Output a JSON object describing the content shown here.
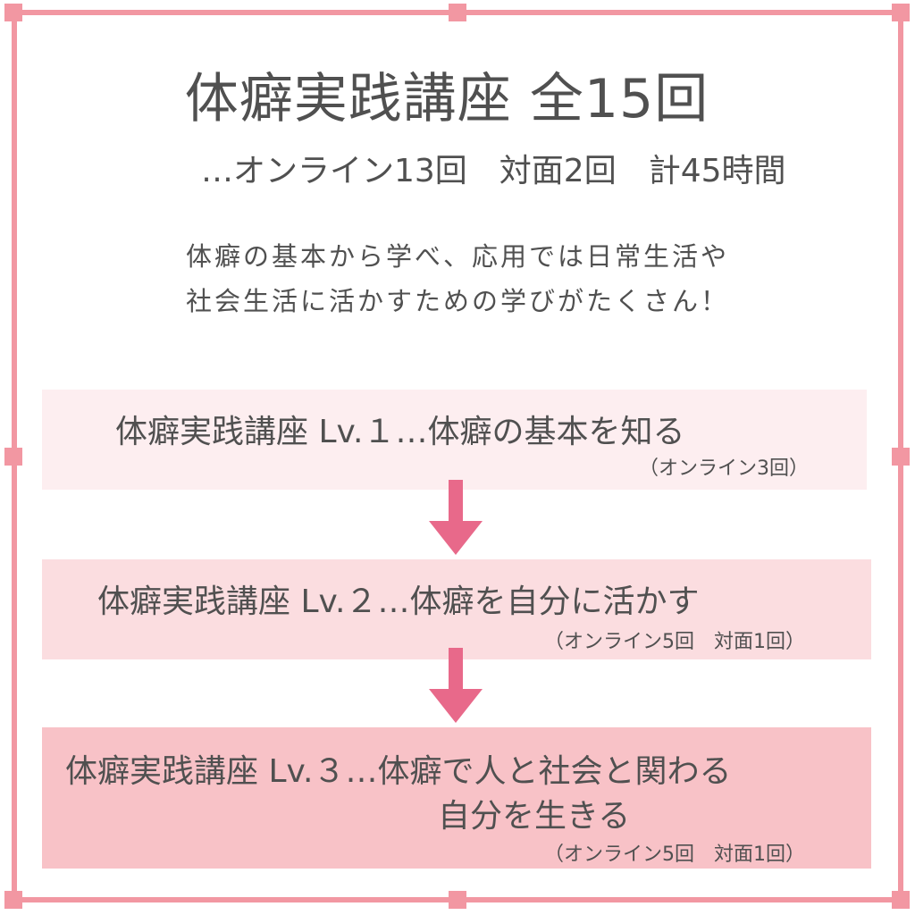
{
  "title": "体癖実践講座 全15回",
  "subtitle": "…オンライン13回　対面2回　計45時間",
  "description": [
    "体癖の基本から学べ、応用では日常生活や",
    "社会生活に活かすための学びがたくさん！"
  ],
  "levels": [
    {
      "title": "体癖実践講座 Lv.１…体癖の基本を知る",
      "title2": "",
      "sessions": "（オンライン3回）",
      "color": "#fdeef0"
    },
    {
      "title": "体癖実践講座 Lv.２…体癖を自分に活かす",
      "title2": "",
      "sessions": "（オンライン5回　対面1回）",
      "color": "#fbdde0"
    },
    {
      "title": "体癖実践講座 Lv.３…体癖で人と社会と関わる",
      "title2": "自分を生きる",
      "sessions": "（オンライン5回　対面1回）",
      "color": "#f8c2c7"
    }
  ],
  "colors": {
    "border": "#f297a2",
    "arrow": "#e8698a",
    "text": "#505050"
  }
}
